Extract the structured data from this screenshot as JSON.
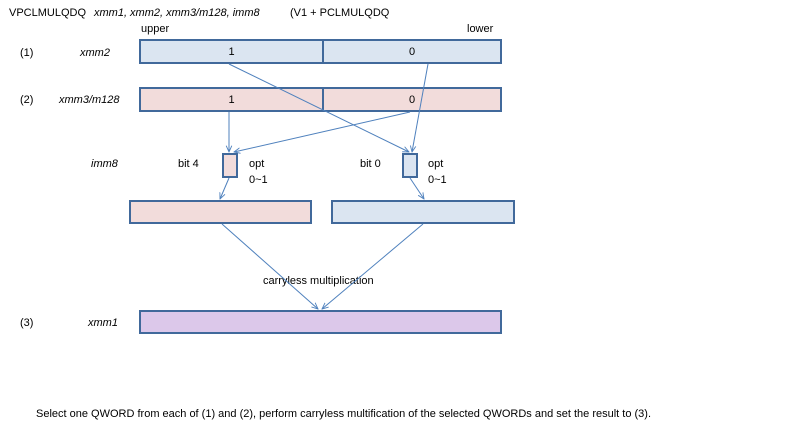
{
  "title": {
    "mnemonic": "VPCLMULQDQ",
    "operands": "xmm1, xmm2, xmm3/m128, imm8",
    "note": "(V1 + PCLMULQDQ"
  },
  "header": {
    "upper": "upper",
    "lower": "lower"
  },
  "rows": {
    "r1": {
      "num": "(1)",
      "name": "xmm2",
      "upper": "1",
      "lower": "0"
    },
    "r2": {
      "num": "(2)",
      "name": "xmm3/m128",
      "upper": "1",
      "lower": "0"
    },
    "r3": {
      "num": "(3)",
      "name": "xmm1"
    }
  },
  "imm8": {
    "label": "imm8",
    "bit4": "bit 4",
    "bit0": "bit 0",
    "opt_left": "opt",
    "range_left": "0~1",
    "opt_right": "opt",
    "range_right": "0~1"
  },
  "operation": "carryless multiplication",
  "footer": "Select one QWORD from each of (1) and (2), perform carryless multification of the selected QWORDs and set the result to (3).",
  "colors": {
    "border": "#41699b",
    "line": "#4f81bd",
    "pink": "#f2dcdb",
    "blue": "#dbe5f1",
    "purple": "#dcc8ea"
  }
}
